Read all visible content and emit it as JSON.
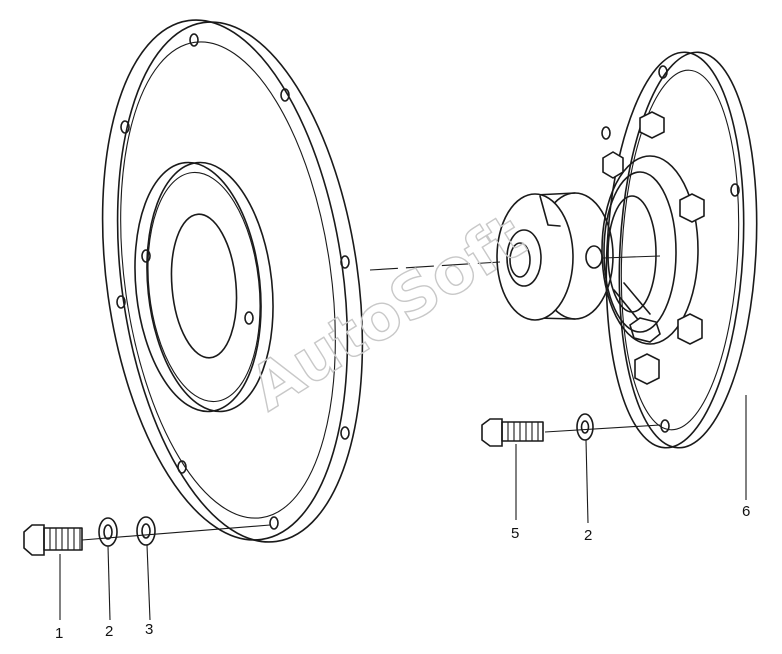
{
  "watermark": "AutoSoft",
  "callouts": [
    {
      "label": "1"
    },
    {
      "label": "2"
    },
    {
      "label": "3"
    },
    {
      "label": "5"
    },
    {
      "label": "2"
    },
    {
      "label": "6"
    }
  ]
}
